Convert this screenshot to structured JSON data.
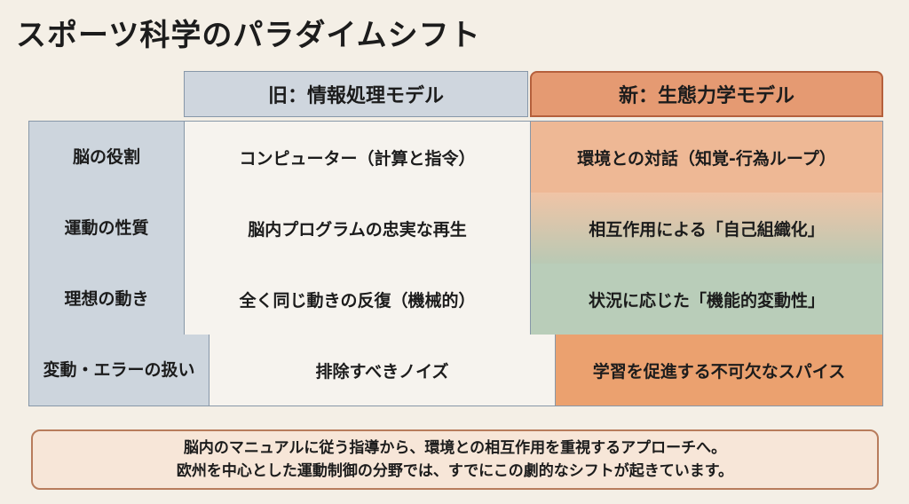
{
  "title": "スポーツ科学のパラダイムシフト",
  "headers": {
    "old": "旧：情報処理モデル",
    "new": "新：生態力学モデル"
  },
  "rows": [
    {
      "label": "脳の役割",
      "old": "コンピューター（計算と指令）",
      "new": "環境との対話（知覚-行為ループ）"
    },
    {
      "label": "運動の性質",
      "old": "脳内プログラムの忠実な再生",
      "new": "相互作用による「自己組織化」"
    },
    {
      "label": "理想の動き",
      "old": "全く同じ動きの反復（機械的）",
      "new": "状況に応じた「機能的変動性」"
    },
    {
      "label": "変動・エラーの扱い",
      "old": "排除すべきノイズ",
      "new": "学習を促進する不可欠なスパイス"
    }
  ],
  "footer": {
    "line1": "脳内のマニュアルに従う指導から、環境との相互作用を重視するアプローチへ。",
    "line2": "欧州を中心とした運動制御の分野では、すでにこの劇的なシフトが起きています。"
  }
}
